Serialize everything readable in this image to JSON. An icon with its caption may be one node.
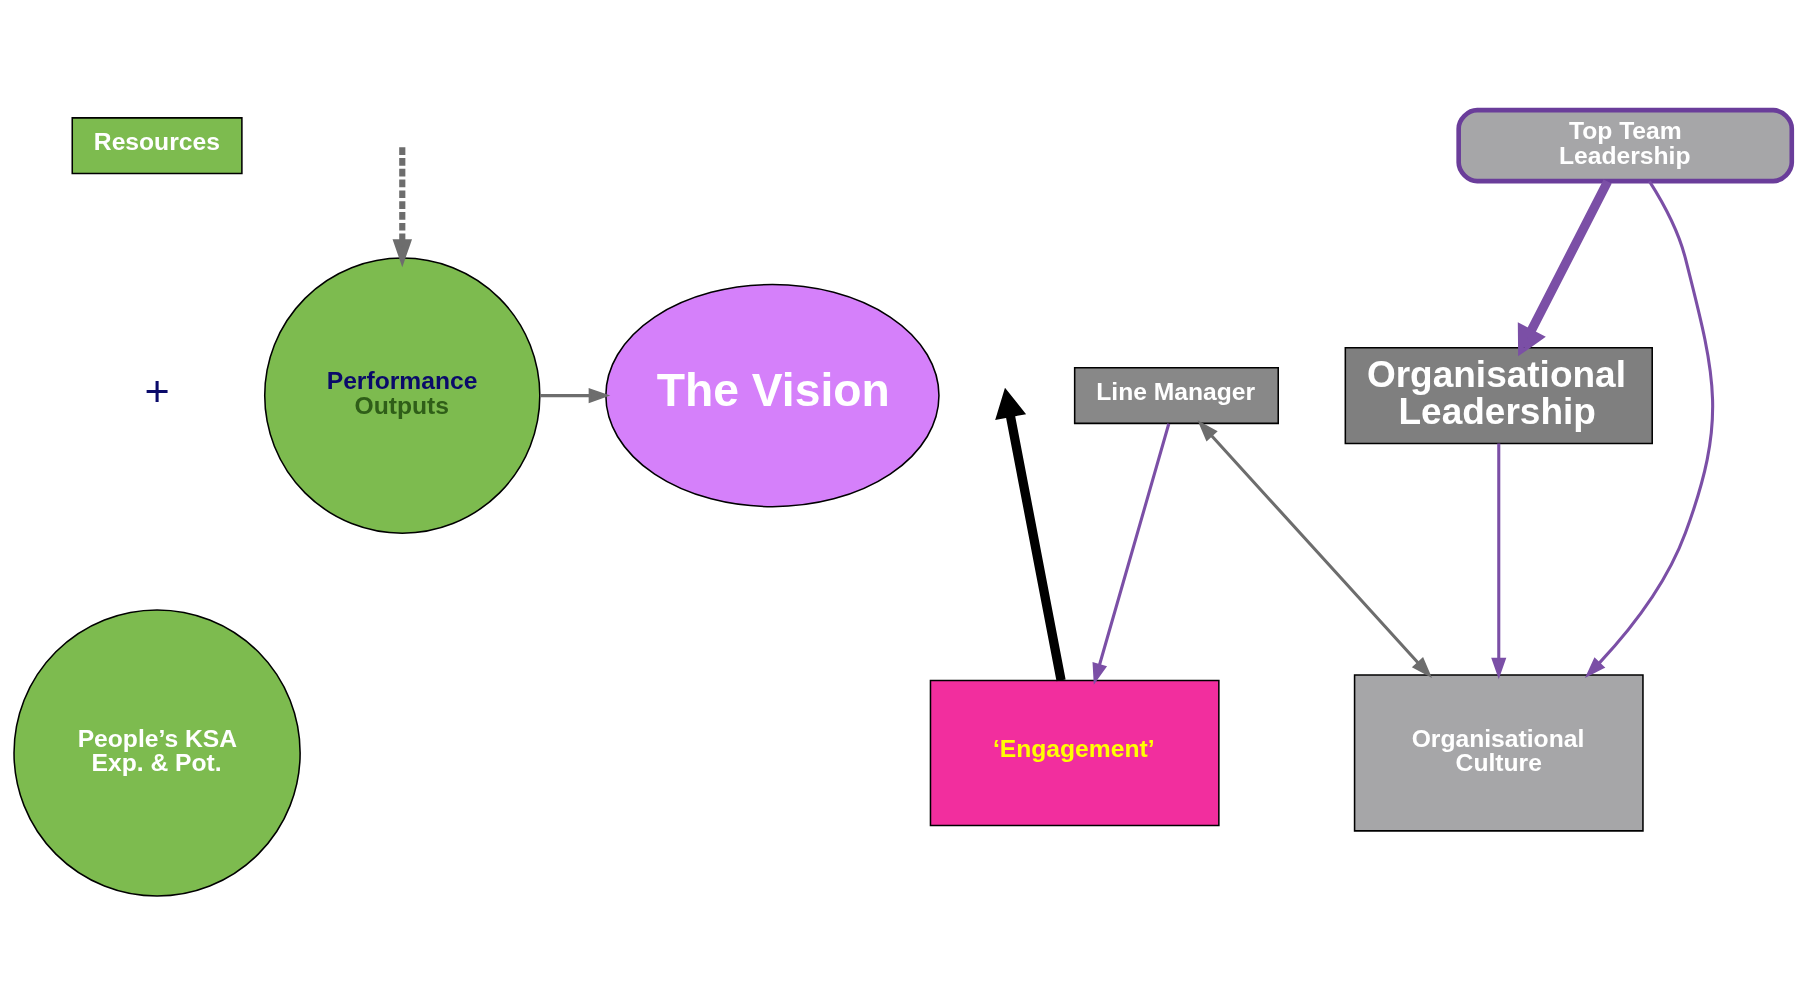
{
  "diagram": {
    "nodes": [
      {
        "text": [
          "Resources"
        ]
      },
      {
        "text": [
          "People’s KSA Exp. & Pot."
        ]
      },
      {
        "text": [
          "Performance",
          "Outputs"
        ]
      },
      {
        "text": [
          "The Vision"
        ]
      },
      {
        "text": [
          "‘Engagement’"
        ]
      },
      {
        "text": [
          "Line Manager"
        ]
      },
      {
        "text": [
          "Organisational Culture"
        ]
      },
      {
        "text": [
          "Organisational Leadership"
        ]
      },
      {
        "text": [
          "Top Team Leadership"
        ]
      }
    ],
    "edges": [
      {
        "from": null,
        "to": 2,
        "arrow": "to",
        "style": "dashed",
        "color": "#6d6d6d"
      },
      {
        "from": 2,
        "to": 3,
        "arrow": "to",
        "color": "#6d6d6d"
      },
      {
        "from": 4,
        "to": null,
        "arrow": "to",
        "style": "thick",
        "color": "#000000"
      },
      {
        "from": 5,
        "to": 4,
        "arrow": "to"
      },
      {
        "from": 5,
        "to": 6,
        "arrow": "both",
        "color": "#6d6d6d"
      },
      {
        "from": 7,
        "to": 6,
        "arrow": "to"
      },
      {
        "from": 8,
        "to": 6,
        "arrow": "to"
      },
      {
        "from": 8,
        "to": 7,
        "arrow": "to",
        "style": "thick"
      }
    ],
    "labels": [
      "+"
    ]
  }
}
